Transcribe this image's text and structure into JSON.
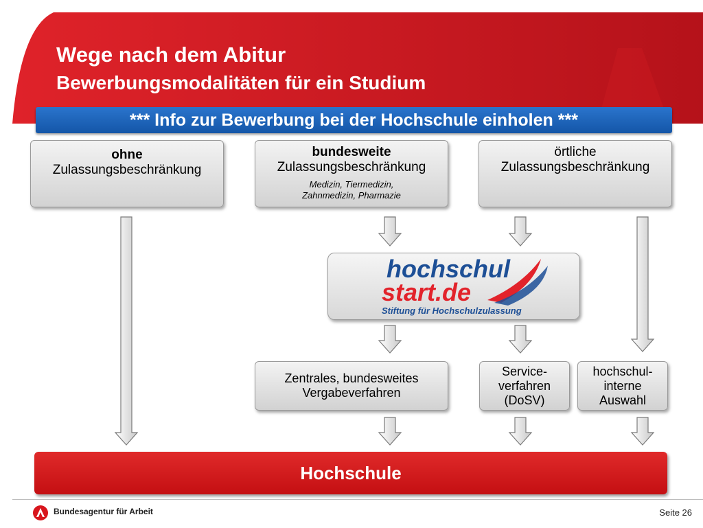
{
  "header": {
    "title": "Wege nach dem Abitur",
    "subtitle": "Bewerbungsmodalitäten für ein Studium",
    "red": "#d8161d"
  },
  "banner": {
    "text": "*** Info zur Bewerbung bei der Hochschule einholen ***",
    "color": "#1a63b8"
  },
  "columns": [
    {
      "bold": "ohne",
      "text": "Zulassungsbeschränkung"
    },
    {
      "bold": "bundesweite",
      "text": "Zulassungsbeschränkung",
      "note1": "Medizin, Tiermedizin,",
      "note2": "Zahnmedizin, Pharmazie"
    },
    {
      "bold": "örtliche",
      "text": "Zulassungsbeschränkung"
    }
  ],
  "logo": {
    "line1": "hochschul",
    "line2": "start.de",
    "tagline": "Stiftung für Hochschulzulassung"
  },
  "procedures": {
    "central": "Zentrales, bundesweites Vergabeverfahren",
    "service": "Service-verfahren (DoSV)",
    "internal": "hochschul-interne Auswahl"
  },
  "target": {
    "text": "Hochschule"
  },
  "footer": {
    "org": "Bundesagentur für Arbeit",
    "page": "Seite 26"
  }
}
